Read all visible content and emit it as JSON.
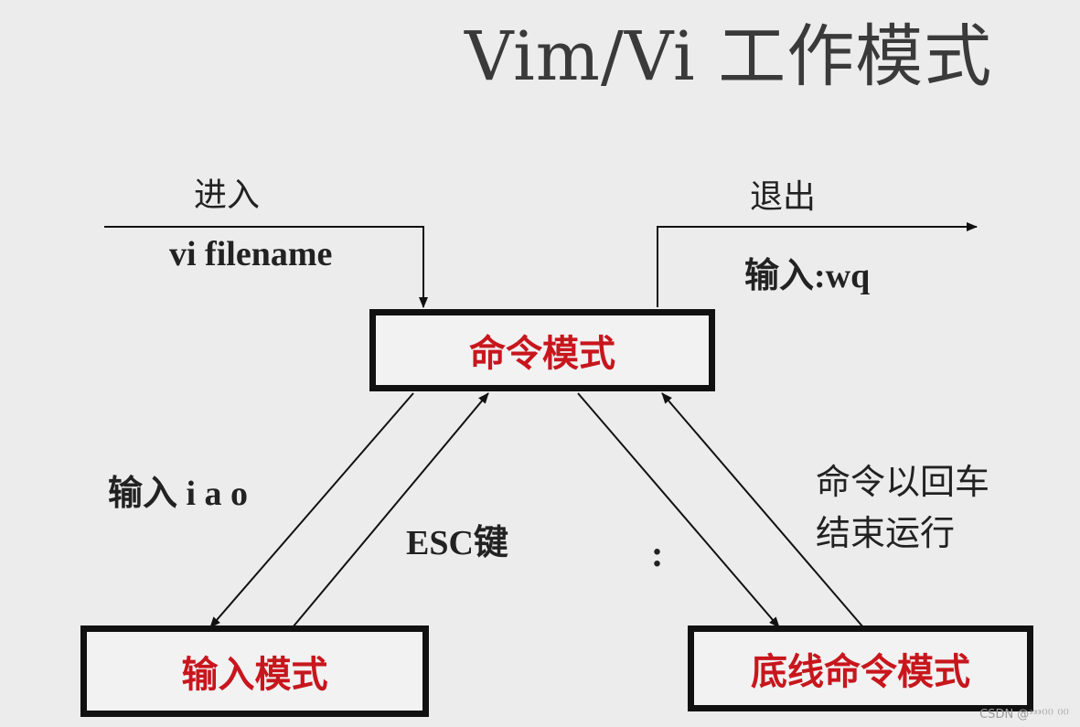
{
  "title": "Vim/Vi 工作模式",
  "labels": {
    "enter": "进入",
    "enter_cmd": "vi filename",
    "exit": "退出",
    "exit_cmd": "输入:wq",
    "to_insert": "输入 i a o",
    "esc": "ESC键",
    "colon": ":",
    "enter_run_line1": "命令以回车",
    "enter_run_line2": "结束运行"
  },
  "boxes": {
    "command_mode": "命令模式",
    "insert_mode": "输入模式",
    "lastline_mode": "底线命令模式"
  },
  "colors": {
    "mode_text": "#c8161d",
    "stroke": "#111111"
  },
  "watermark": "CSDN @ᵌᵌᵌ⁽⁾⁽⁾ ⁽⁾⁽⁾"
}
